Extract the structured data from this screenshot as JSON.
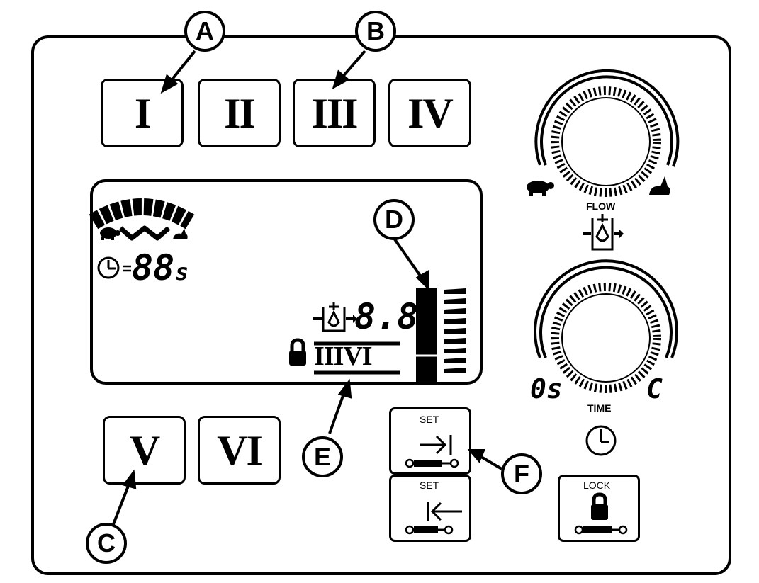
{
  "callouts": {
    "a": "A",
    "b": "B",
    "c": "C",
    "d": "D",
    "e": "E",
    "f": "F"
  },
  "buttons": {
    "b1": "I",
    "b2": "II",
    "b3": "III",
    "b4": "IV",
    "b5": "V",
    "b6": "VI"
  },
  "lcd": {
    "timer_digits": "88",
    "timer_unit": "s",
    "flow_digits": "8.8",
    "program_digits": "IIIVI"
  },
  "flow_knob": {
    "label": "FLOW"
  },
  "time_knob": {
    "label": "TIME",
    "min_label": "0s",
    "max_label": "C"
  },
  "set_buttons": {
    "set_out_label": "SET",
    "set_in_label": "SET"
  },
  "lock_button": {
    "label": "LOCK"
  }
}
